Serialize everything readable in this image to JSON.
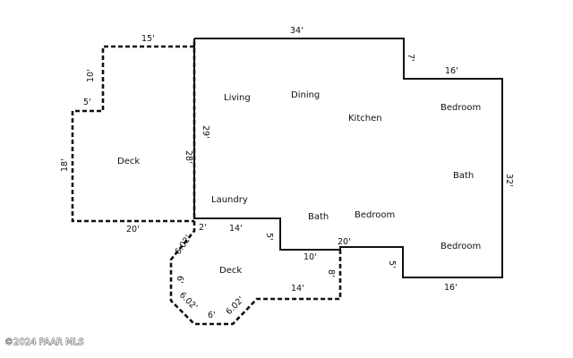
{
  "rooms": {
    "living": "Living",
    "dining": "Dining",
    "kitchen": "Kitchen",
    "bedroom_1": "Bedroom",
    "bath_1": "Bath",
    "deck_upper": "Deck",
    "laundry": "Laundry",
    "bath_2": "Bath",
    "bedroom_2": "Bedroom",
    "bedroom_3": "Bedroom",
    "deck_lower": "Deck"
  },
  "dimensions": {
    "top_main": "34'",
    "top_deck": "15'",
    "deck_side_10": "10'",
    "deck_notch_5": "5'",
    "deck_left_18": "18'",
    "deck_bottom_20": "20'",
    "interior_28": "28'",
    "interior_29": "29'",
    "step_7": "7'",
    "right_top_16": "16'",
    "right_side_32": "32'",
    "small_2": "2'",
    "mid_14": "14'",
    "mid_5": "5'",
    "mid_20": "20'",
    "lower_10": "10'",
    "lower_5": "5'",
    "bottom_16": "16'",
    "deck_602_a": "6.02'",
    "deck_6_a": "6'",
    "deck_602_b": "6.02'",
    "deck_6_b": "6'",
    "deck_602_c": "6.02'",
    "deck_14": "14'",
    "deck_8": "8'"
  },
  "watermark": "©2024 PAAR MLS"
}
